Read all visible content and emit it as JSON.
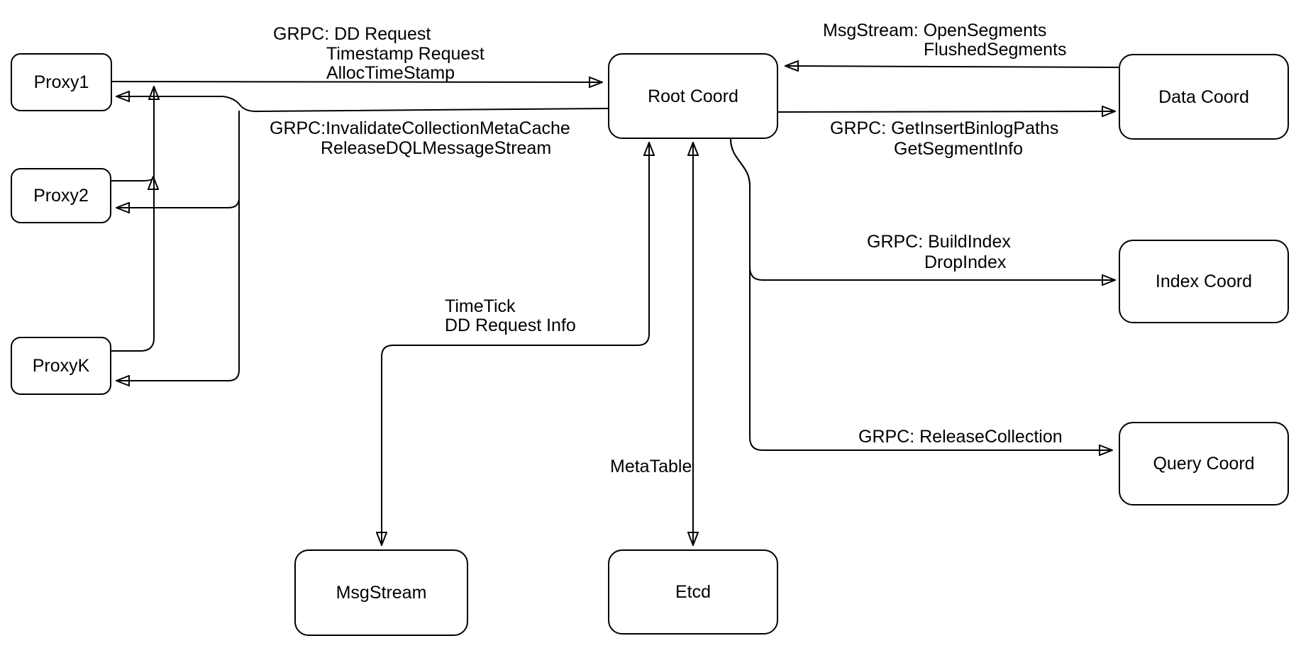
{
  "diagram": {
    "background_color": "#ffffff",
    "line_color": "#000000",
    "text_color": "#000000",
    "nodes": {
      "proxy1": {
        "label": "Proxy1"
      },
      "proxy2": {
        "label": "Proxy2"
      },
      "proxyk": {
        "label": "ProxyK"
      },
      "root_coord": {
        "label": "Root Coord"
      },
      "data_coord": {
        "label": "Data Coord"
      },
      "index_coord": {
        "label": "Index Coord"
      },
      "query_coord": {
        "label": "Query Coord"
      },
      "msg_stream": {
        "label": "MsgStream"
      },
      "etcd": {
        "label": "Etcd"
      }
    },
    "edges": {
      "proxies_to_root": {
        "from": "Proxy1 / Proxy2 / ProxyK",
        "to": "Root Coord",
        "direction": "one-way",
        "label_lines": [
          "GRPC: DD Request",
          "Timestamp Request",
          "AllocTimeStamp"
        ]
      },
      "root_to_proxies": {
        "from": "Root Coord",
        "to": "Proxy1 / Proxy2 / ProxyK",
        "direction": "one-way",
        "label_lines": [
          "GRPC:InvalidateCollectionMetaCache",
          "ReleaseDQLMessageStream"
        ]
      },
      "datacoord_to_root": {
        "from": "Data Coord",
        "to": "Root Coord",
        "direction": "one-way",
        "label_lines": [
          "MsgStream: OpenSegments",
          "FlushedSegments"
        ]
      },
      "root_to_datacoord": {
        "from": "Root Coord",
        "to": "Data Coord",
        "direction": "one-way",
        "label_lines": [
          "GRPC: GetInsertBinlogPaths",
          "GetSegmentInfo"
        ]
      },
      "root_to_indexcoord": {
        "from": "Root Coord",
        "to": "Index Coord",
        "direction": "one-way",
        "label_lines": [
          "GRPC: BuildIndex",
          "DropIndex"
        ]
      },
      "root_to_querycoord": {
        "from": "Root Coord",
        "to": "Query Coord",
        "direction": "one-way",
        "label_lines": [
          "GRPC: ReleaseCollection"
        ]
      },
      "root_to_msgstream": {
        "from": "Root Coord",
        "to": "MsgStream",
        "direction": "two-way",
        "label_lines": [
          "TimeTick",
          "DD Request Info"
        ]
      },
      "root_to_etcd": {
        "from": "Root Coord",
        "to": "Etcd",
        "direction": "two-way",
        "label_lines": [
          "MetaTable"
        ]
      }
    }
  }
}
